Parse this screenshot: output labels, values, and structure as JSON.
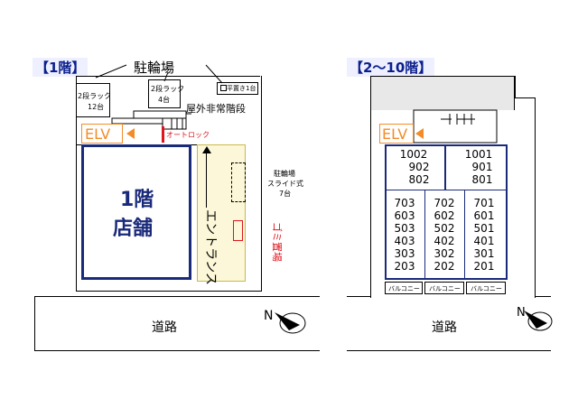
{
  "left": {
    "heading": "【1階】",
    "parking_label": "駐輪場",
    "rack2_a_line1": "2段ラック",
    "rack2_a_line2": "12台",
    "rack2_b_line1": "2段ラック",
    "rack2_b_line2": "4台",
    "flat_rack": "平置き1台",
    "stairs_label": "屋外非常階段",
    "elv": "ELV",
    "autolock": "オートロック",
    "store_line1": "1階",
    "store_line2": "店舗",
    "entrance": "エントランス",
    "slide_line1": "駐輪場",
    "slide_line2": "スライド式",
    "slide_line3": "7台",
    "garbage": "ゴミ置場",
    "road": "道路"
  },
  "right": {
    "heading": "【2～10階】",
    "elv": "ELV",
    "col1": [
      "1002",
      "902",
      "802"
    ],
    "col2": [
      "1001",
      "901",
      "801"
    ],
    "row_a": [
      "703",
      "603",
      "503",
      "403",
      "303",
      "203"
    ],
    "row_b": [
      "702",
      "602",
      "502",
      "402",
      "302",
      "202"
    ],
    "row_c": [
      "701",
      "601",
      "501",
      "401",
      "301",
      "201"
    ],
    "balcony": [
      "バルコニー",
      "バルコニー",
      "バルコニー"
    ],
    "road": "道路"
  },
  "colors": {
    "navy": "#1a2a7a",
    "elv_orange": "#f28c28",
    "entrance_yellow": "#fbf7d8",
    "red": "#e0141c",
    "gray_area": "#e8e8e8",
    "heading_blue": "#0b1f8c"
  }
}
